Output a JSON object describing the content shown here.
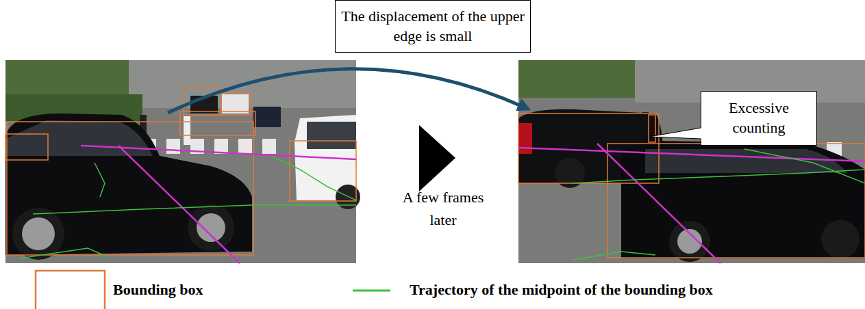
{
  "diagram": {
    "nodes": [
      {
        "text": [
          "The displacement of the upper edge is small"
        ]
      },
      {
        "text": [
          "Excessive counting"
        ]
      }
    ],
    "labels": [
      "A few frames later"
    ],
    "legend": [
      {
        "text": "Bounding box"
      },
      {
        "text": "Trajectory of the midpoint of the bounding box"
      }
    ]
  }
}
